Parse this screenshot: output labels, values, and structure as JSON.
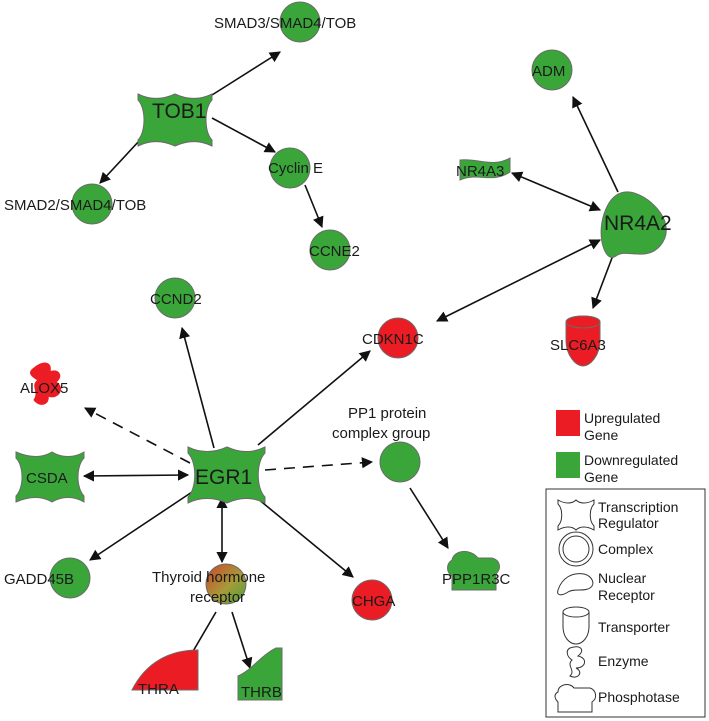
{
  "colors": {
    "up": "#ec1c24",
    "down": "#3aa63a",
    "mixed": "#b08a3c",
    "stroke": "#6b6b6b",
    "edge": "#111111"
  },
  "nodes": {
    "tob1": "TOB1",
    "smad3": "SMAD3/SMAD4/TOB",
    "smad2": "SMAD2/SMAD4/TOB",
    "cycline": "Cyclin E",
    "ccne2": "CCNE2",
    "adm": "ADM",
    "nr4a3": "NR4A3",
    "nr4a2": "NR4A2",
    "slc6a3": "SLC6A3",
    "ccnd2": "CCND2",
    "cdkn1c": "CDKN1C",
    "alox5": "ALOX5",
    "pp1_line1": "PP1 protein",
    "pp1_line2": "complex group",
    "csda": "CSDA",
    "egr1": "EGR1",
    "gadd45b": "GADD45B",
    "thyroid_line1": "Thyroid hormone",
    "thyroid_line2": "receptor",
    "chga": "CHGA",
    "ppp1r3c": "PPP1R3C",
    "thra": "THRA",
    "thrb": "THRB"
  },
  "legend": {
    "up_line1": "Upregulated",
    "up_line2": "Gene",
    "down_line1": "Downregulated",
    "down_line2": "Gene",
    "tr_line1": "Transcription",
    "tr_line2": "Regulator",
    "complex": "Complex",
    "nr_line1": "Nuclear",
    "nr_line2": "Receptor",
    "transporter": "Transporter",
    "enzyme": "Enzyme",
    "phosphatase": "Phosphotase"
  }
}
